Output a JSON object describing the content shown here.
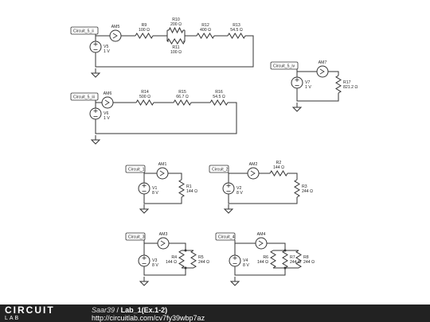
{
  "diagram": {
    "circuits": [
      {
        "key": "c5ii",
        "label": "Circuit_5_ii",
        "source": {
          "name": "V5",
          "value": "1 V"
        },
        "ammeter": "AM5",
        "resistors": [
          {
            "name": "R9",
            "value": "100 Ω"
          },
          {
            "name": "R10",
            "value": "200 Ω"
          },
          {
            "name": "R11",
            "value": "100 Ω"
          },
          {
            "name": "R12",
            "value": "400 Ω"
          },
          {
            "name": "R13",
            "value": "54.5 Ω"
          }
        ]
      },
      {
        "key": "c5iii",
        "label": "Circuit_5_iii",
        "source": {
          "name": "V6",
          "value": "1 V"
        },
        "ammeter": "AM6",
        "resistors": [
          {
            "name": "R14",
            "value": "500 Ω"
          },
          {
            "name": "R15",
            "value": "66.7 Ω"
          },
          {
            "name": "R16",
            "value": "54.5 Ω"
          }
        ]
      },
      {
        "key": "c5iv",
        "label": "Circuit_5_iv",
        "source": {
          "name": "V7",
          "value": "1 V"
        },
        "ammeter": "AM7",
        "resistors": [
          {
            "name": "R17",
            "value": "821.2 Ω"
          }
        ]
      },
      {
        "key": "c1",
        "label": "Circuit_1",
        "source": {
          "name": "V1",
          "value": "8 V"
        },
        "ammeter": "AM1",
        "resistors": [
          {
            "name": "R1",
            "value": "144 Ω"
          }
        ]
      },
      {
        "key": "c2",
        "label": "Circuit_2",
        "source": {
          "name": "V2",
          "value": "8 V"
        },
        "ammeter": "AM2",
        "resistors": [
          {
            "name": "R2",
            "value": "144 Ω"
          },
          {
            "name": "R3",
            "value": "244 Ω"
          }
        ]
      },
      {
        "key": "c3",
        "label": "Circuit_3",
        "source": {
          "name": "V3",
          "value": "8 V"
        },
        "ammeter": "AM3",
        "resistors": [
          {
            "name": "R4",
            "value": "144 Ω"
          },
          {
            "name": "R5",
            "value": "244 Ω"
          }
        ]
      },
      {
        "key": "c4",
        "label": "Circuit_4",
        "source": {
          "name": "V4",
          "value": "8 V"
        },
        "ammeter": "AM4",
        "resistors": [
          {
            "name": "R6",
            "value": "144 Ω"
          },
          {
            "name": "R7",
            "value": "244 Ω"
          },
          {
            "name": "R8",
            "value": "244 Ω"
          }
        ]
      }
    ]
  },
  "footer": {
    "brand_top": "CIRCUIT",
    "brand_bottom": "LAB",
    "author": "Saar39",
    "separator": "/",
    "title": "Lab_1(Ex.1-2)",
    "url": "http://circuitlab.com/cv7fy39wbp7az"
  }
}
